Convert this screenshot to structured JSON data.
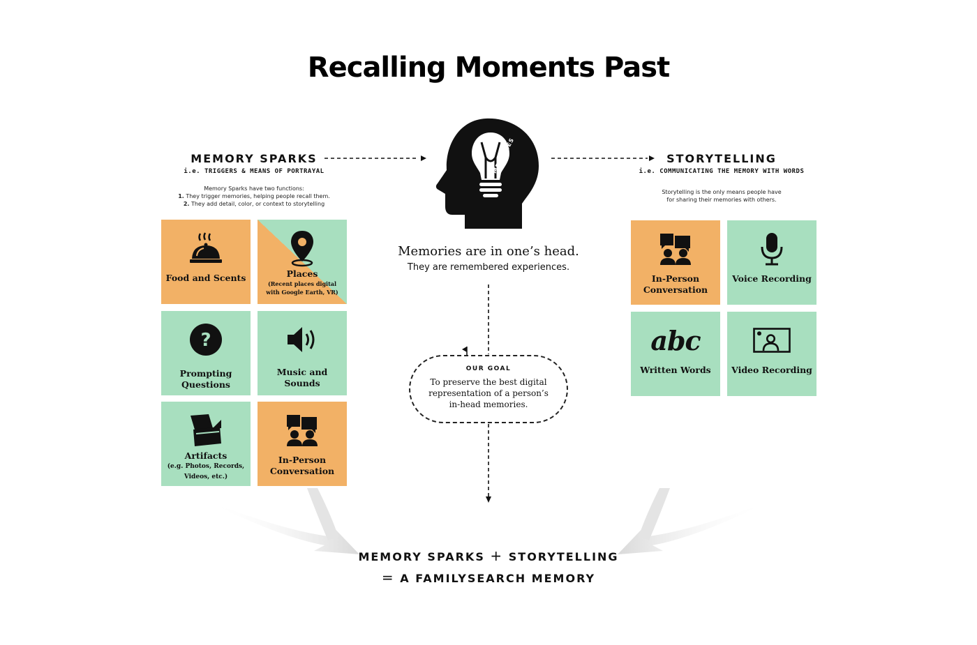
{
  "title": "Recalling Moments Past",
  "memory_sparks": {
    "heading": "MEMORY SPARKS",
    "subheading": "i.e. TRIGGERS & MEANS OF PORTRAYAL",
    "desc_intro": "Memory Sparks have two functions:",
    "desc_1_num": "1.",
    "desc_1": "They trigger memories, helping people recall them.",
    "desc_2_num": "2.",
    "desc_2": "They add detail, color, or context to storytelling",
    "tiles": [
      {
        "label": "Food and Scents",
        "icon": "cloche-icon",
        "color": "orange"
      },
      {
        "label": "Places",
        "note": "(Recent places digital with Google Earth, VR)",
        "icon": "map-pin-icon",
        "color": "split"
      },
      {
        "label": "Prompting Questions",
        "icon": "question-icon",
        "color": "green"
      },
      {
        "label": "Music and Sounds",
        "icon": "speaker-icon",
        "color": "green"
      },
      {
        "label": "Artifacts",
        "note": "(e.g. Photos, Records, Videos, etc.)",
        "icon": "chest-icon",
        "color": "green"
      },
      {
        "label": "In-Person Conversation",
        "icon": "conversation-icon",
        "color": "orange"
      }
    ]
  },
  "center": {
    "head_icon_label": "MEMORIES",
    "main": "Memories are in one’s head.",
    "sub": "They are remembered experiences.",
    "goal_heading": "OUR GOAL",
    "goal_text": "To preserve the best digital representation of a person’s in-head memories."
  },
  "storytelling": {
    "heading": "STORYTELLING",
    "subheading": "i.e. COMMUNICATING THE MEMORY WITH WORDS",
    "desc_1": "Storytelling is the only means people have",
    "desc_2": "for sharing their memories with others.",
    "tiles": [
      {
        "label": "In-Person Conversation",
        "icon": "conversation-icon",
        "color": "orange"
      },
      {
        "label": "Voice Recording",
        "icon": "microphone-icon",
        "color": "green"
      },
      {
        "label": "Written Words",
        "icon": "abc-text-icon",
        "glyph": "abc",
        "color": "green"
      },
      {
        "label": "Video Recording",
        "icon": "video-frame-icon",
        "color": "green"
      }
    ]
  },
  "formula": {
    "line1_a": "MEMORY SPARKS",
    "line1_op": "+",
    "line1_b": "STORYTELLING",
    "line2_op": "=",
    "line2": "A FAMILYSEARCH MEMORY"
  },
  "colors": {
    "orange": "#f2b166",
    "green": "#a8dfbf",
    "ink": "#111111"
  }
}
